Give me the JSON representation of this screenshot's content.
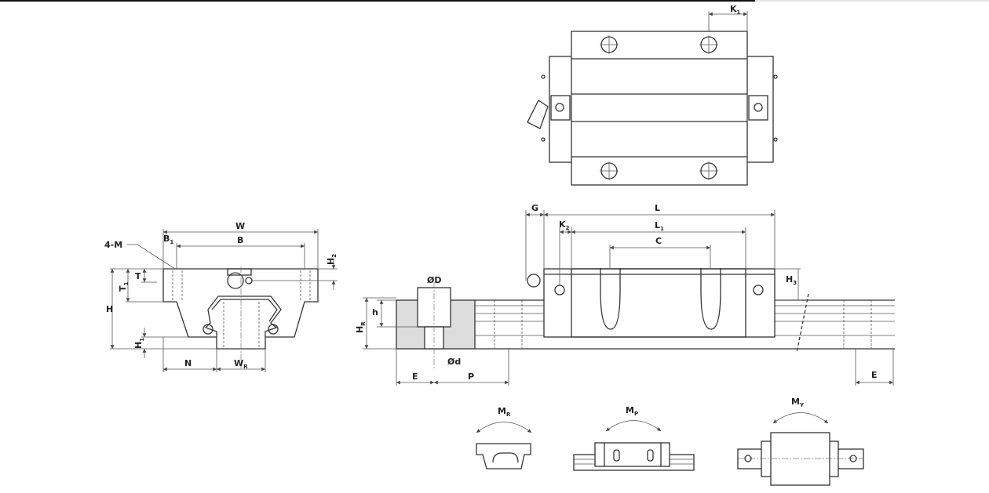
{
  "labels": {
    "K1": {
      "main": "K",
      "sub": "1"
    },
    "W": {
      "main": "W"
    },
    "B": {
      "main": "B"
    },
    "B1": {
      "main": "B",
      "sub": "1"
    },
    "M4": {
      "main": "4-M"
    },
    "H2": {
      "main": "H",
      "sub": "2"
    },
    "T": {
      "main": "T"
    },
    "T1": {
      "main": "T",
      "sub": "1"
    },
    "H": {
      "main": "H"
    },
    "H1": {
      "main": "H",
      "sub": "1"
    },
    "N": {
      "main": "N"
    },
    "WR": {
      "main": "W",
      "sub": "R"
    },
    "G": {
      "main": "G"
    },
    "L": {
      "main": "L"
    },
    "K2": {
      "main": "K",
      "sub": "2"
    },
    "L1": {
      "main": "L",
      "sub": "1"
    },
    "C": {
      "main": "C"
    },
    "H3": {
      "main": "H",
      "sub": "3"
    },
    "OD": {
      "main": "ØD"
    },
    "h": {
      "main": "h"
    },
    "HR": {
      "main": "H",
      "sub": "R"
    },
    "od": {
      "main": "Ød"
    },
    "E": {
      "main": "E"
    },
    "P": {
      "main": "P"
    },
    "E2": {
      "main": "E"
    },
    "MR": {
      "main": "M",
      "sub": "R"
    },
    "MP": {
      "main": "M",
      "sub": "P"
    },
    "MY": {
      "main": "M",
      "sub": "Y"
    }
  }
}
